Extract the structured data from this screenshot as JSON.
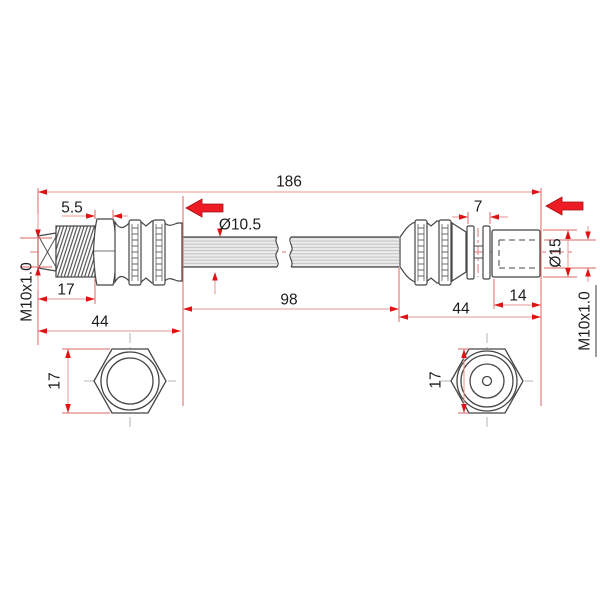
{
  "diagram": {
    "type": "technical-drawing",
    "subject": "brake-hose-with-end-fittings",
    "colors": {
      "background": "#ffffff",
      "part_outline": "#454545",
      "hose_fill": "#ececec",
      "dimension_line": "#e59494",
      "extension_line": "#dd6666",
      "dimension_arrow": "#e01212",
      "direction_arrow": "#ed1c24",
      "centerline": "#e07575",
      "text": "#1c1c1c"
    },
    "icons": {
      "left_direction_arrow": "arrow-left",
      "right_direction_arrow": "arrow-left"
    },
    "dimensions": {
      "overall_length": "186",
      "left_hex_width": "5.5",
      "hose_outer_diameter": "Ø10.5",
      "right_flange_width": "7",
      "hose_middle_length": "98",
      "left_thread_length": "17",
      "left_fitting_length": "44",
      "right_fitting_length": "44",
      "right_socket_length": "14",
      "right_socket_diameter": "Ø15",
      "left_thread_spec": "M10x1.0",
      "right_thread_spec": "M10x1.0",
      "left_nut_across_flats": "17",
      "right_nut_across_flats": "17"
    }
  }
}
